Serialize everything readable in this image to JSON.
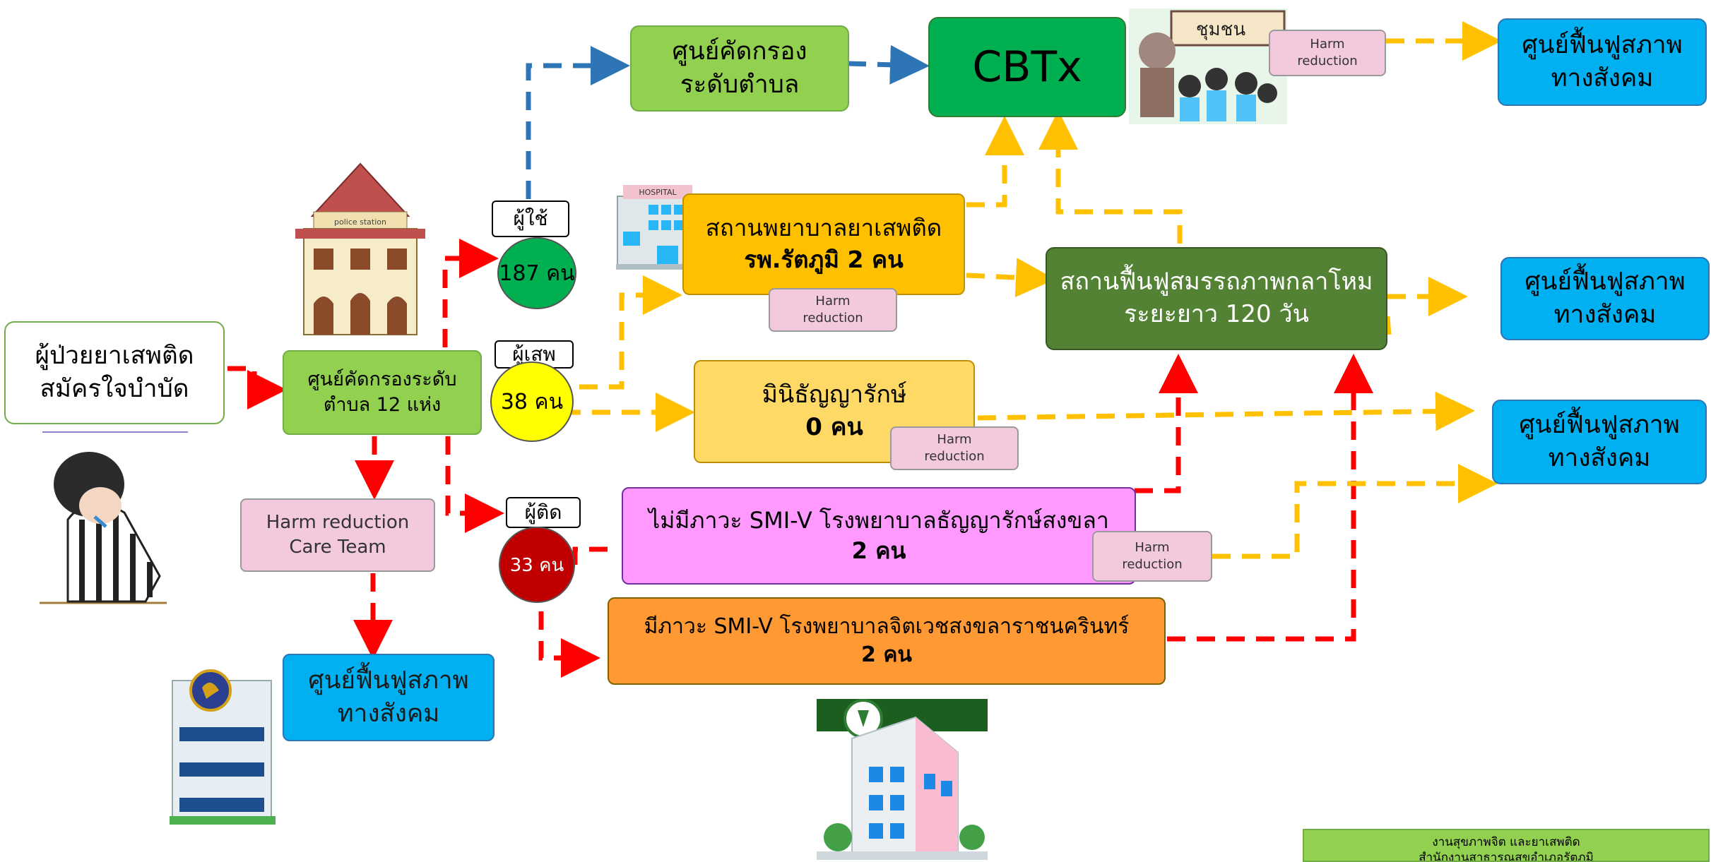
{
  "patient": {
    "line1": "ผู้ป่วยยาเสพติด",
    "line2": "สมัครใจบำบัด"
  },
  "screening_center_main": {
    "line1": "ศูนย์คัดกรองระดับ",
    "line2": "ตำบล  12 แห่ง"
  },
  "screening_center_top": {
    "line1": "ศูนย์คัดกรอง",
    "line2": "ระดับตำบล"
  },
  "cbtx": "CBTx",
  "community_sign": "ชุมชน",
  "hospital_sign": "HOSPITAL",
  "police_sign": "police station",
  "users": {
    "label": "ผู้ใช้",
    "count": "187 คน"
  },
  "abusers": {
    "label": "ผู้เสพ",
    "count": "38 คน"
  },
  "addicts": {
    "label": "ผู้ติด",
    "count": "33 คน"
  },
  "drug_hospital": {
    "line1": "สถานพยาบาลยาเสพติด",
    "line2": "รพ.รัตภูมิ  2 คน"
  },
  "minithanya": {
    "line1": "มินิธัญญารักษ์",
    "line2": "0 คน"
  },
  "no_smiv": {
    "line1": "ไม่มีภาวะ SMI-V โรงพยาบาลธัญญารักษ์สงขลา",
    "line2": "2 คน"
  },
  "smiv": {
    "line1": "มีภาวะ SMI-V โรงพยาบาลจิตเวชสงขลาราชนครินทร์",
    "line2": "2 คน"
  },
  "rehab_military": {
    "line1": "สถานฟื้นฟูสมรรถภาพกลาโหม",
    "line2": "ระยะยาว 120 วัน"
  },
  "harm_small": {
    "line1": "Harm",
    "line2": "reduction"
  },
  "harm_care_team": {
    "line1": "Harm reduction",
    "line2": "Care Team"
  },
  "social_rehab": {
    "line1": "ศูนย์ฟื้นฟูสภาพ",
    "line2": "ทางสังคม"
  },
  "footer": {
    "line1": "งานสุขภาพจิต  และยาเสพติด",
    "line2": "สำนักงานสาธารณสุขอำเภอรัตภูมิ"
  },
  "colors": {
    "green_box": "#92d050",
    "dark_green": "#548235",
    "orange_yellow": "#ffc000",
    "light_yellow": "#ffd966",
    "magenta": "#ff99ff",
    "orange": "#ff9933",
    "cyan": "#00b0f0",
    "pink": "#f2c9dd",
    "arrow_red": "#ff0000",
    "arrow_yellow": "#ffc000",
    "arrow_blue": "#2e75b6",
    "circle_green": "#00b050",
    "circle_yellow": "#ffff00",
    "circle_red": "#c00000"
  },
  "icons": [
    "sad-patient-illustration",
    "police-station-icon",
    "hospital-building-icon",
    "community-group-icon",
    "government-building-icon",
    "health-ministry-hospital-icon"
  ]
}
